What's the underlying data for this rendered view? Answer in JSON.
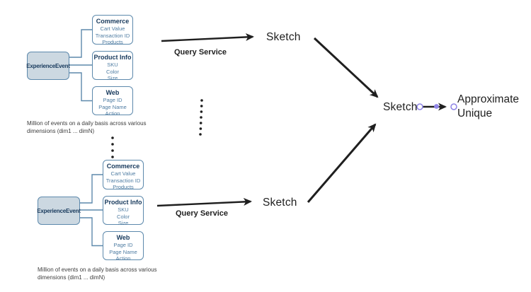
{
  "diagram": {
    "clusters": [
      {
        "entity": "ExperienceEvent",
        "caption": "Million of events on a daily basis across various dimensions (dim1 ... dimN)",
        "boxes": [
          {
            "title": "Commerce",
            "items": [
              "Cart Value",
              "Transaction ID",
              "Products"
            ]
          },
          {
            "title": "Product Info",
            "items": [
              "SKU",
              "Color",
              "Size"
            ]
          },
          {
            "title": "Web",
            "items": [
              "Page ID",
              "Page Name",
              "Action"
            ]
          }
        ]
      },
      {
        "entity": "ExperienceEvent",
        "caption": "Million of events on a daily basis across various dimensions (dim1 ... dimN)",
        "boxes": [
          {
            "title": "Commerce",
            "items": [
              "Cart Value",
              "Transaction ID",
              "Products"
            ]
          },
          {
            "title": "Product Info",
            "items": [
              "SKU",
              "Color",
              "Size"
            ]
          },
          {
            "title": "Web",
            "items": [
              "Page ID",
              "Page Name",
              "Action"
            ]
          }
        ]
      }
    ],
    "labels": {
      "query_service_top": "Query Service",
      "query_service_bottom": "Query Service",
      "sketch_top": "Sketch",
      "sketch_bottom": "Sketch",
      "sketch_merged": "Sketch",
      "approximate_unique": "Approximate Unique"
    },
    "colors": {
      "box_border": "#5d89ac",
      "entity_fill": "#ccd8e1",
      "title_text": "#17395c",
      "item_text": "#4e7ca2",
      "arrow": "#1f1f1f",
      "selection_handle": "#8d83e6"
    }
  }
}
